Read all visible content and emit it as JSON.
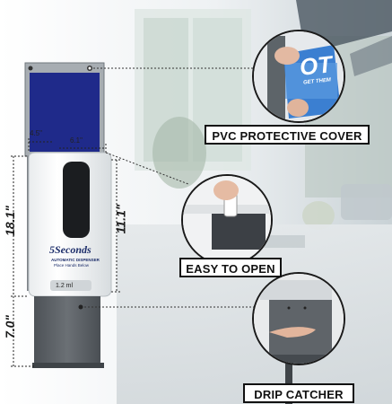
{
  "dimensions": {
    "width_top": "4.5\"",
    "width_front": "6.1\"",
    "total_height": "18.1\"",
    "dispenser_height": "11.1\"",
    "tray_height": "7.0\""
  },
  "product": {
    "brand": "5Seconds",
    "subtitle_line1": "AUTOMATIC DISPENSER",
    "subtitle_line2": "Place Hands Below",
    "indicator": "1.2 ml"
  },
  "callouts": [
    {
      "label": "PVC PROTECTIVE COVER"
    },
    {
      "label": "EASY TO OPEN"
    },
    {
      "label": "DRIP CATCHER"
    }
  ],
  "inset_card": {
    "big_text": "OT",
    "small_text": "GET THEM"
  },
  "colors": {
    "sign_blue": "#1f2a8a",
    "card_blue": "#3b7fd1",
    "stand_gray": "#5c6166",
    "frame_gray": "#9aa0a6"
  }
}
